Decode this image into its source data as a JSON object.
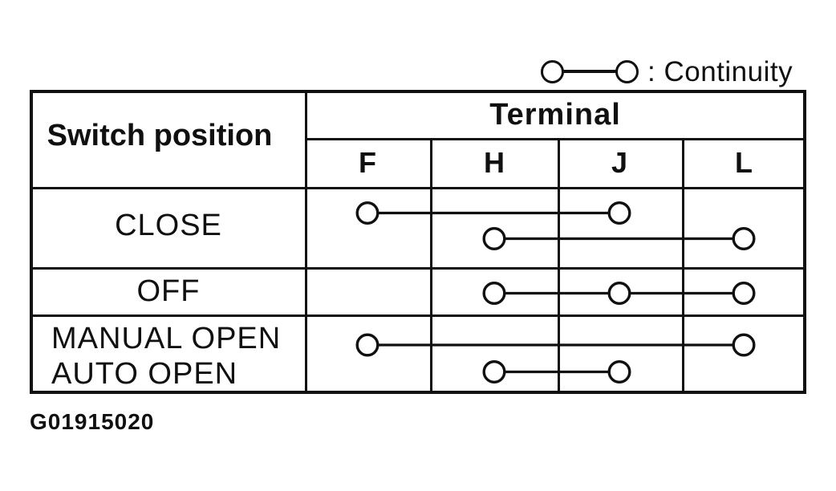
{
  "colors": {
    "ink": "#101010",
    "paper": "#ffffff"
  },
  "legend": {
    "symbol": "continuity-link-icon",
    "label": ": Continuity"
  },
  "table": {
    "corner_header": "Switch position",
    "group_header": "Terminal",
    "terminals": [
      "F",
      "H",
      "J",
      "L"
    ],
    "rows": [
      {
        "label": "CLOSE",
        "label_lines": [
          "CLOSE"
        ],
        "connections": [
          [
            "F",
            "J"
          ],
          [
            "H",
            "L"
          ]
        ]
      },
      {
        "label": "OFF",
        "label_lines": [
          "OFF"
        ],
        "connections": [
          [
            "H",
            "J",
            "L"
          ]
        ]
      },
      {
        "label": "MANUAL OPEN / AUTO OPEN",
        "label_lines": [
          "MANUAL OPEN",
          "AUTO OPEN"
        ],
        "connections": [
          [
            "F",
            "L"
          ],
          [
            "H",
            "J"
          ]
        ]
      }
    ]
  },
  "figure_code": "G01915020"
}
